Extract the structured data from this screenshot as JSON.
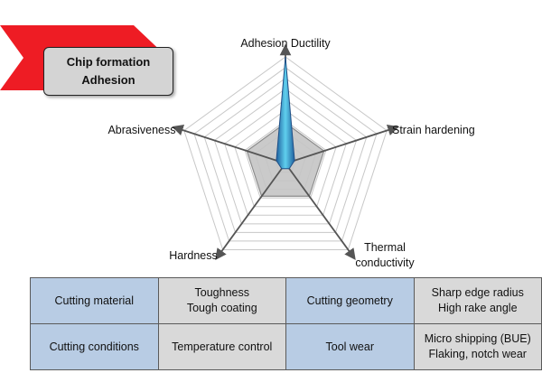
{
  "diagram": {
    "type": "radar",
    "axes": [
      {
        "label": "Adhesion Ductility"
      },
      {
        "label": "Strain hardening"
      },
      {
        "label": "Thermal\nconductivity"
      },
      {
        "label": "Hardness"
      },
      {
        "label": "Abrasiveness"
      }
    ],
    "scale_max": 10,
    "rings": 10,
    "reference_values": [
      3.8,
      3.8,
      3.8,
      3.8,
      3.8
    ],
    "material_values": [
      10,
      0.9,
      0.6,
      0.6,
      0.9
    ],
    "colors": {
      "grid": "#c8c8c8",
      "axis": "#555555",
      "reference_fill": "#c4c4c4",
      "reference_stroke": "#8c8c8c",
      "material_fill_light": "#5fd0ee",
      "material_fill_dark": "#1f5f9e",
      "material_stroke": "#1f4f86"
    }
  },
  "banner": {
    "line1": "Chip formation",
    "line2": "Adhesion",
    "arrow_color": "#ee1c24"
  },
  "table": {
    "rows": [
      [
        {
          "kind": "head",
          "lines": [
            "Cutting material"
          ]
        },
        {
          "kind": "val",
          "lines": [
            "Toughness",
            "Tough coating"
          ]
        },
        {
          "kind": "head",
          "lines": [
            "Cutting geometry"
          ]
        },
        {
          "kind": "val",
          "lines": [
            "Sharp edge radius",
            "High rake angle"
          ]
        }
      ],
      [
        {
          "kind": "head",
          "lines": [
            "Cutting conditions"
          ]
        },
        {
          "kind": "val",
          "lines": [
            "Temperature control"
          ]
        },
        {
          "kind": "head",
          "lines": [
            "Tool wear"
          ]
        },
        {
          "kind": "val",
          "lines": [
            "Micro shipping (BUE)",
            "Flaking, notch wear"
          ]
        }
      ]
    ]
  }
}
